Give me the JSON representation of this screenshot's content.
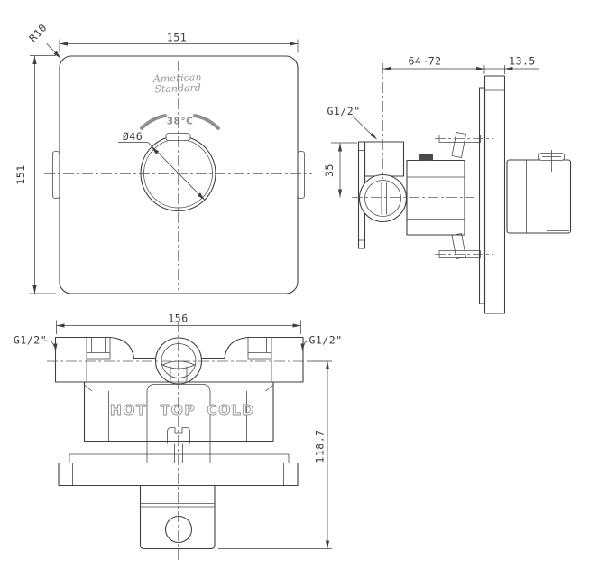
{
  "drawing": {
    "brand": {
      "line1": "American",
      "line2": "Standard"
    },
    "front_view": {
      "width_dim": "151",
      "height_dim": "151",
      "corner_radius": "R10",
      "knob_diameter": "Ø46",
      "temperature": "38°C"
    },
    "side_view": {
      "depth_range": "64~72",
      "plate_thickness": "13.5",
      "thread": "G1/2\"",
      "inlet_height": "35"
    },
    "bottom_view": {
      "width_dim": "156",
      "thread_left": "G1/2\"",
      "thread_right": "G1/2\"",
      "label_hot": "HOT",
      "label_top": "TOP",
      "label_cold": "COLD",
      "install_depth": "118.7"
    },
    "colors": {
      "line": "#3f3f3f",
      "gray": "#8f8f8f"
    }
  }
}
